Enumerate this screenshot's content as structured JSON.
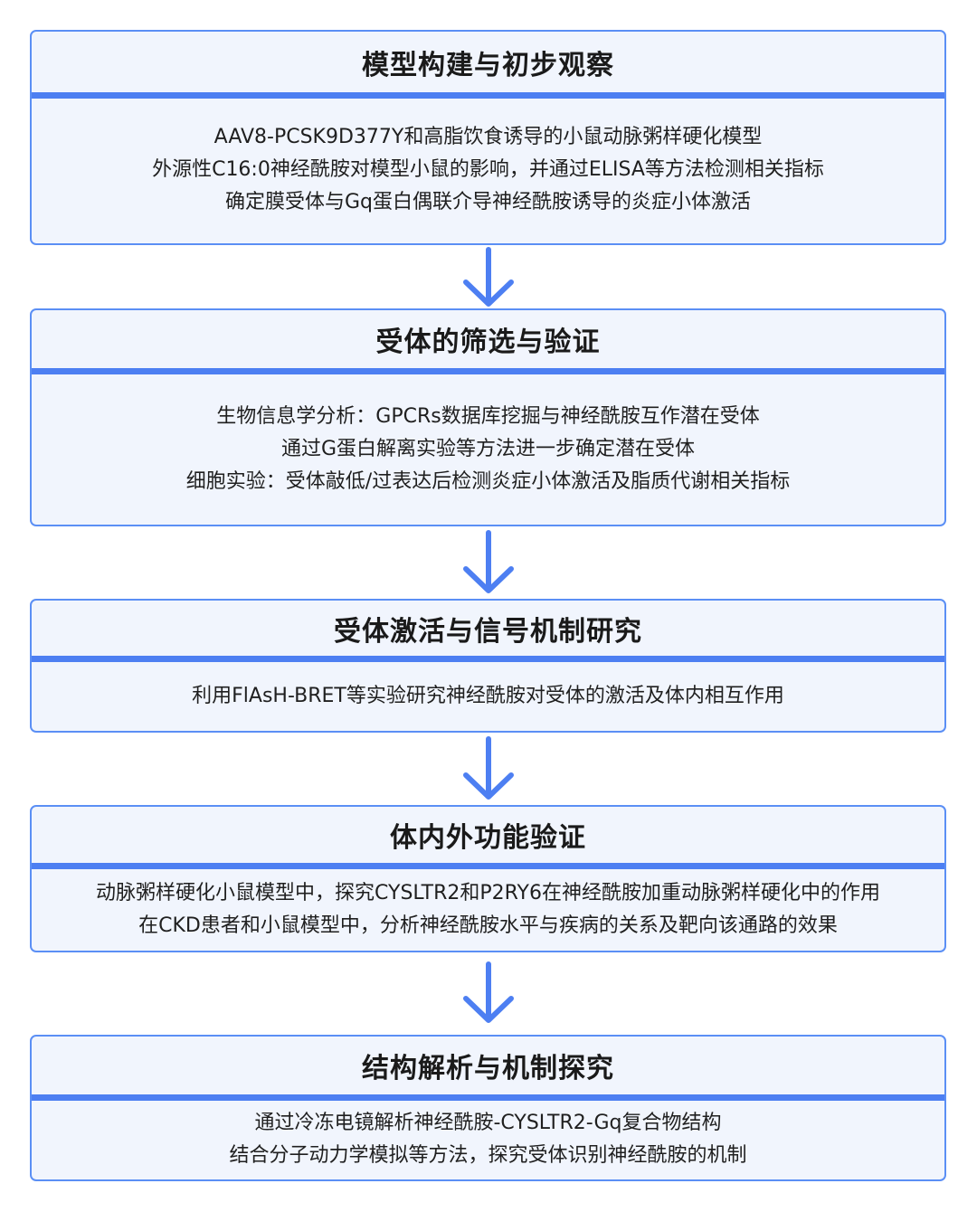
{
  "steps": [
    {
      "title": "模型构建与初步观察",
      "lines": [
        "AAV8-PCSK9D377Y和高脂饮食诱导的小鼠动脉粥样硬化模型",
        "外源性C16:0神经酰胺对模型小鼠的影响，并通过ELISA等方法检测相关指标",
        "确定膜受体与Gq蛋白偶联介导神经酰胺诱导的炎症小体激活"
      ]
    },
    {
      "title": "受体的筛选与验证",
      "lines": [
        "生物信息学分析：GPCRs数据库挖掘与神经酰胺互作潜在受体",
        "通过G蛋白解离实验等方法进一步确定潜在受体",
        "细胞实验：受体敲低/过表达后检测炎症小体激活及脂质代谢相关指标"
      ]
    },
    {
      "title": "受体激活与信号机制研究",
      "lines": [
        "利用FlAsH-BRET等实验研究神经酰胺对受体的激活及体内相互作用"
      ]
    },
    {
      "title": "体内外功能验证",
      "lines": [
        "动脉粥样硬化小鼠模型中，探究CYSLTR2和P2RY6在神经酰胺加重动脉粥样硬化中的作用",
        "在CKD患者和小鼠模型中，分析神经酰胺水平与疾病的关系及靶向该通路的效果"
      ]
    },
    {
      "title": "结构解析与机制探究",
      "lines": [
        "通过冷冻电镜解析神经酰胺-CYSLTR2-Gq复合物结构",
        "结合分子动力学模拟等方法，探究受体识别神经酰胺的机制"
      ]
    }
  ],
  "colors": {
    "border": "#5b8ff5",
    "divider": "#4d7ff2",
    "panel": "#f1f5fd",
    "arrow": "#4d7ff2"
  },
  "icons": {
    "connector": "down-arrow-icon"
  }
}
